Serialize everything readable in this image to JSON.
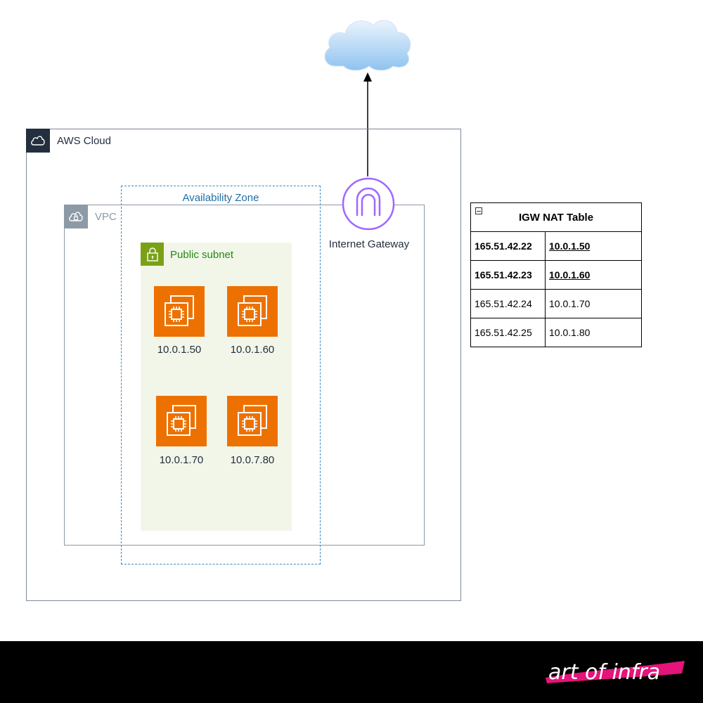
{
  "aws_cloud": {
    "label": "AWS Cloud"
  },
  "vpc": {
    "label": "VPC"
  },
  "availability_zone": {
    "label": "Availability Zone"
  },
  "subnet": {
    "label": "Public subnet"
  },
  "instances": [
    {
      "ip": "10.0.1.50"
    },
    {
      "ip": "10.0.1.60"
    },
    {
      "ip": "10.0.1.70"
    },
    {
      "ip": "10.0.7.80"
    }
  ],
  "internet_gateway": {
    "label": "Internet Gateway"
  },
  "nat_table": {
    "title": "IGW NAT Table",
    "rows": [
      {
        "public": "165.51.42.22",
        "private": "10.0.1.50",
        "emphasis": true
      },
      {
        "public": "165.51.42.23",
        "private": "10.0.1.60",
        "emphasis": true
      },
      {
        "public": "165.51.42.24",
        "private": "10.0.1.70",
        "emphasis": false
      },
      {
        "public": "165.51.42.25",
        "private": "10.0.1.80",
        "emphasis": false
      }
    ]
  },
  "footer": {
    "brand": "art of infra"
  },
  "colors": {
    "ec2": "#ed7100",
    "subnet": "#7aa116",
    "igw": "#a166ff",
    "az": "#3b88c4",
    "footer": "#000000",
    "brand_accent": "#e4147a"
  },
  "icons": [
    "internet-cloud-icon",
    "aws-cloud-icon",
    "vpc-cloud-lock-icon",
    "padlock-icon",
    "ec2-instance-icon",
    "internet-gateway-icon",
    "collapse-icon"
  ]
}
